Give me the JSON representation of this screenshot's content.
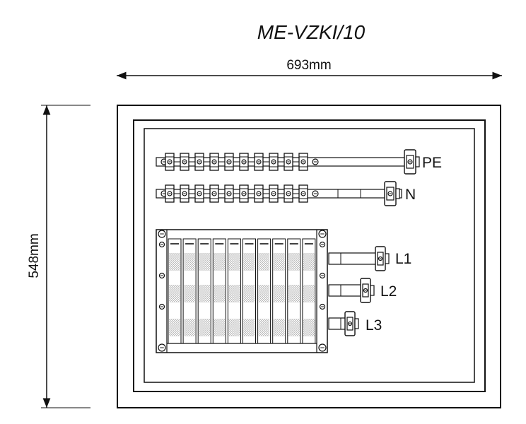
{
  "model": "ME-VZKI/10",
  "dimensions": {
    "width": "693mm",
    "height": "548mm"
  },
  "busbars": {
    "pe": {
      "label": "PE",
      "terminals": 10
    },
    "n": {
      "label": "N",
      "terminals": 10
    }
  },
  "breaker_block": {
    "modules": 10,
    "phases": [
      "L1",
      "L2",
      "L3"
    ]
  },
  "colors": {
    "line": "#111111",
    "hatch": "#bdbdbd",
    "background": "#ffffff"
  }
}
